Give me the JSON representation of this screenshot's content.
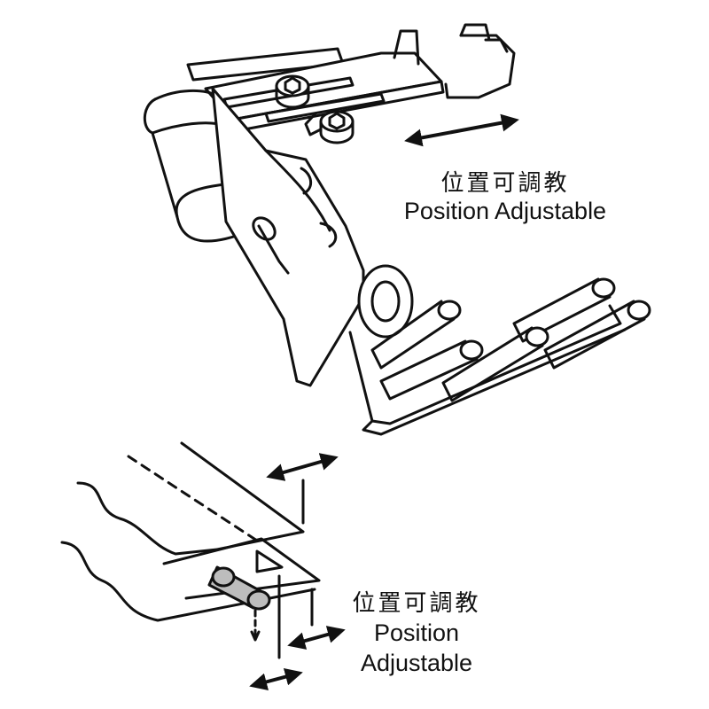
{
  "labels": {
    "top": {
      "zh": "位置可調教",
      "en": "Position Adjustable"
    },
    "bottom": {
      "zh": "位置可調教",
      "en_line1": "Position",
      "en_line2": "Adjustable"
    }
  },
  "icons": {
    "arrow": "double-headed-arrow",
    "rod": "guide-rod"
  },
  "colors": {
    "ink": "#111111",
    "paper": "#ffffff",
    "rod_fill": "#bdbdbd"
  }
}
